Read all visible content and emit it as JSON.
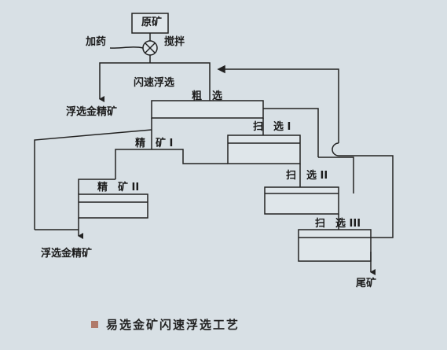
{
  "diagram": {
    "raw_ore": "原矿",
    "reagent": "加药",
    "stirring": "搅拌",
    "flash_flotation": "闪速浮选",
    "flash_concentrate": "浮选金精矿",
    "rougher": "粗　选",
    "cleaner1": "精　矿 I",
    "cleaner2": "精　矿 II",
    "scavenger1": "扫　选 I",
    "scavenger2": "扫　选 II",
    "scavenger3": "扫　选 III",
    "final_concentrate": "浮选金精矿",
    "tailings": "尾矿"
  },
  "caption": {
    "text": "易选金矿闪速浮选工艺",
    "bullet_color": "#b07a6a"
  }
}
